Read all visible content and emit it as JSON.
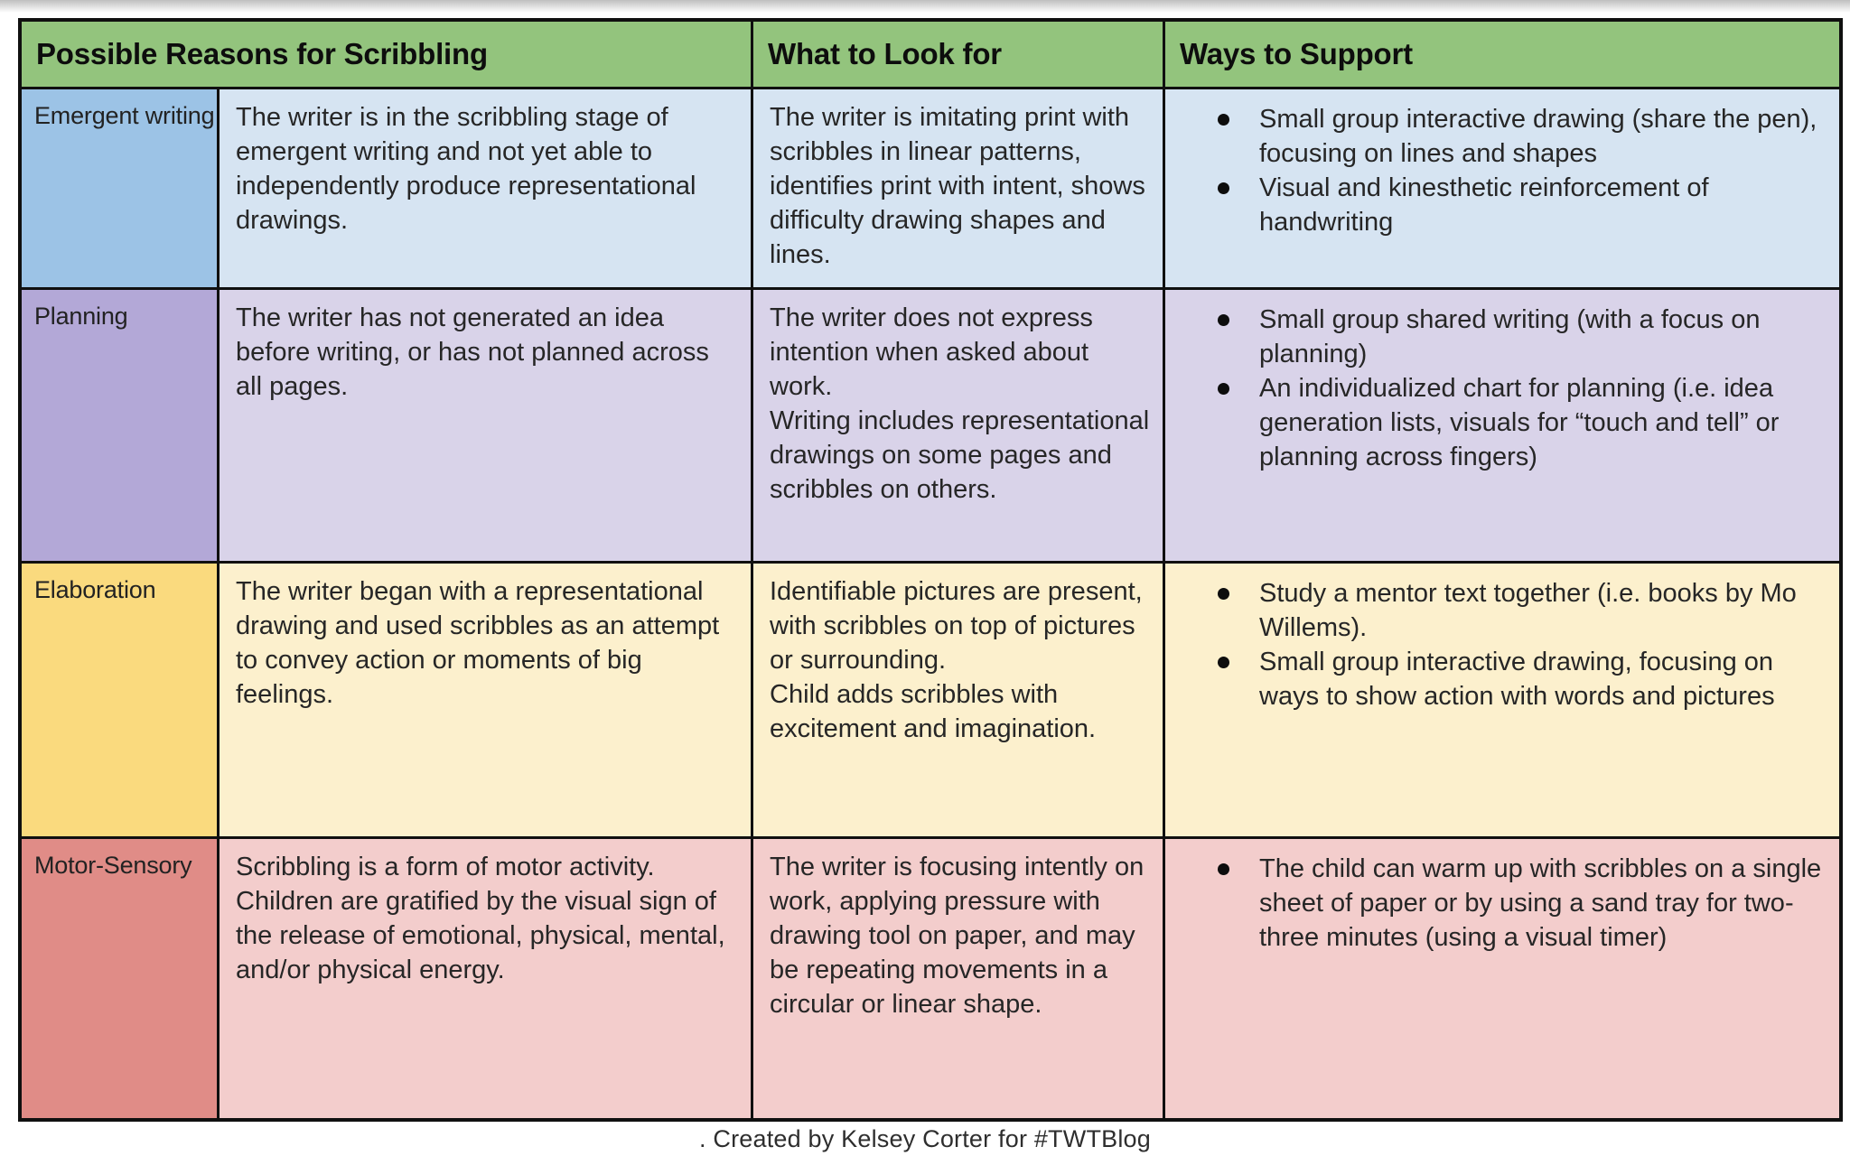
{
  "colors": {
    "header_bg": "#93c47d",
    "border": "#101010",
    "rows": {
      "emergent_label": "#9cc3e6",
      "emergent_body": "#d6e4f2",
      "planning_label": "#b3a8d7",
      "planning_body": "#d9d3e9",
      "elaboration_label": "#fada7e",
      "elaboration_body": "#fcf0cd",
      "motor_label": "#e08c87",
      "motor_body": "#f3cdcc"
    }
  },
  "table": {
    "headers": [
      "Possible Reasons for Scribbling",
      "What to Look for",
      "Ways to Support"
    ],
    "rows": [
      {
        "reason": "Emergent writing",
        "label_bg": "#9cc3e6",
        "body_bg": "#d6e4f2",
        "description": [
          "The writer is in the scribbling stage of emergent writing and not yet able to independently produce representational drawings."
        ],
        "look_for": [
          "The writer is imitating print with scribbles in linear patterns, identifies print with intent, shows difficulty drawing shapes and lines."
        ],
        "support": [
          "Small group interactive drawing (share the pen), focusing on lines and shapes",
          "Visual and kinesthetic reinforcement of handwriting"
        ]
      },
      {
        "reason": "Planning",
        "label_bg": "#b3a8d7",
        "body_bg": "#d9d3e9",
        "description": [
          "The writer has not generated an idea before writing, or has not planned across all pages."
        ],
        "look_for": [
          "The writer does not express intention when asked about work.",
          "Writing includes representational drawings on some pages and scribbles on others."
        ],
        "support": [
          "Small group shared writing (with a focus on planning)",
          "An individualized chart for planning (i.e. idea generation lists, visuals for “touch and tell” or planning across fingers)"
        ]
      },
      {
        "reason": "Elaboration",
        "label_bg": "#fada7e",
        "body_bg": "#fcf0cd",
        "description": [
          "The writer began with a representational drawing and used scribbles as an attempt to convey action or moments of big feelings."
        ],
        "look_for": [
          "Identifiable pictures are present, with scribbles on top of pictures or surrounding.",
          "Child adds scribbles with excitement and imagination."
        ],
        "support": [
          "Study a mentor text together (i.e. books by Mo Willems).",
          "Small group interactive drawing, focusing on ways to show action with words and pictures"
        ]
      },
      {
        "reason": "Motor-Sensory",
        "label_bg": "#e08c87",
        "body_bg": "#f3cdcc",
        "description": [
          "Scribbling is a form of motor activity. Children are gratified by the visual sign of the release of emotional, physical, mental, and/or physical energy."
        ],
        "look_for": [
          "The writer is focusing intently on work, applying pressure with drawing tool on paper, and may be repeating movements in a circular or linear shape."
        ],
        "support": [
          "The child can warm up with scribbles on a single sheet of paper or by using a sand tray for two-three minutes (using a visual timer)"
        ]
      }
    ]
  },
  "footer": {
    "credit": ". Created by Kelsey Corter  for #TWTBlog"
  }
}
